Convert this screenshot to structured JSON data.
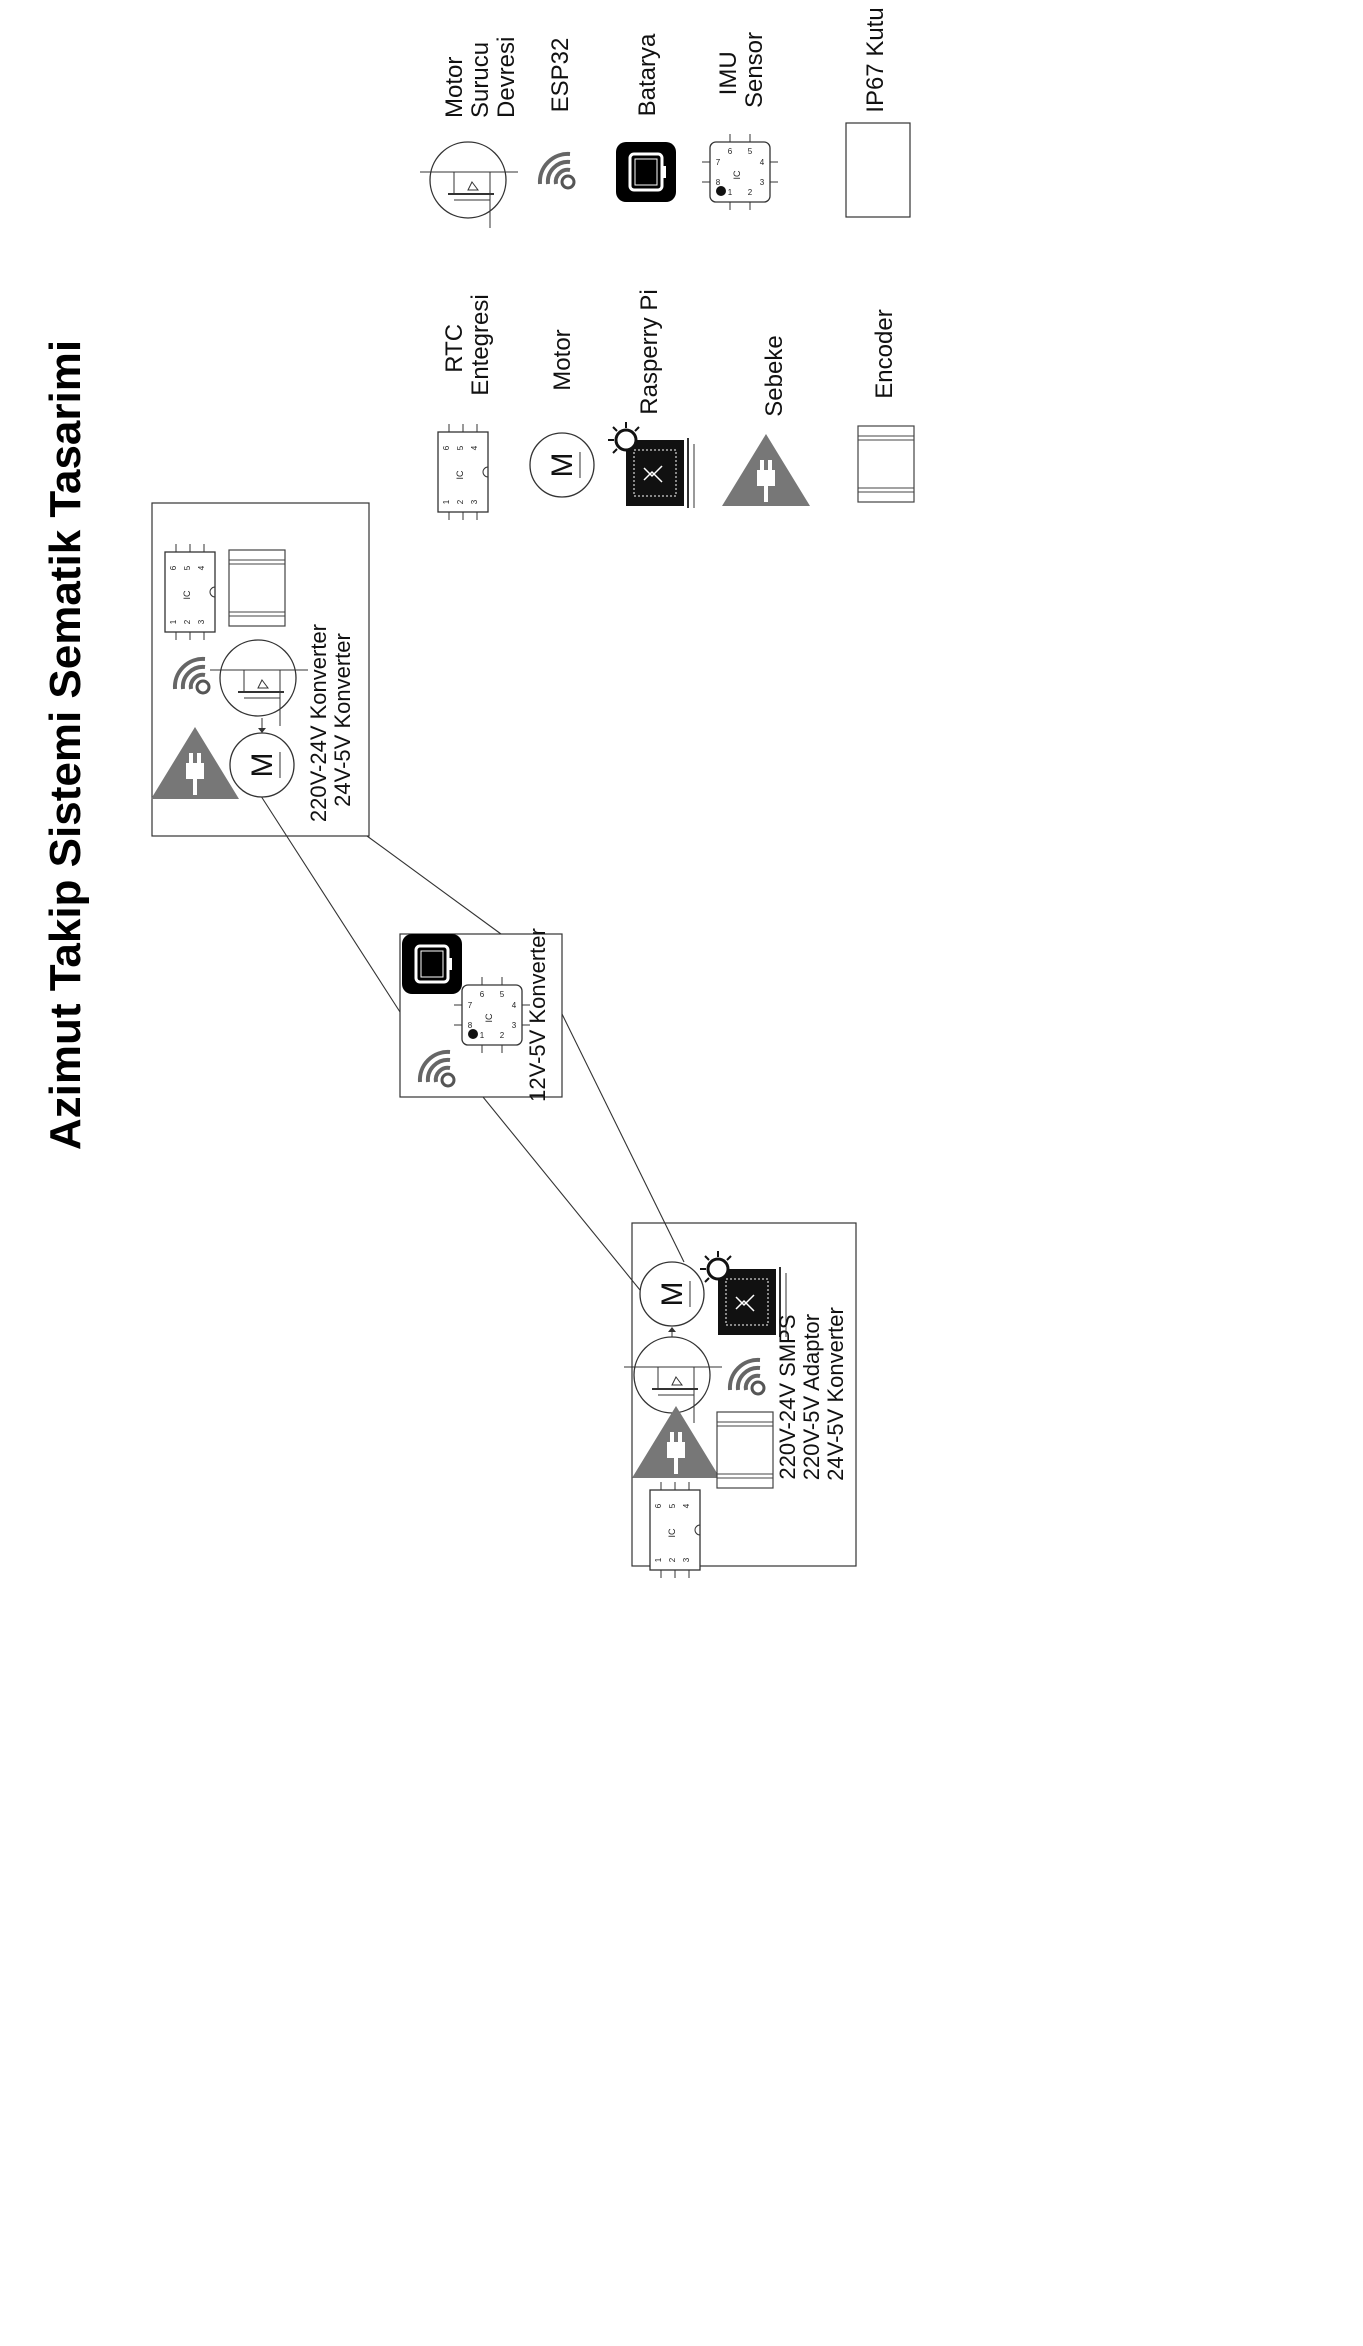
{
  "title": "Azimut Takip Sistemi Sematik Tasarimi",
  "legend": {
    "motor_driver": "Motor Surucu Devresi",
    "esp32": "ESP32",
    "battery": "Batarya",
    "imu": "IMU Sensor",
    "enclosure": "IP67 Kutu",
    "rtc": "RTC Entegresi",
    "motor": "Motor",
    "raspberry": "Rasperry Pi",
    "grid": "Sebeke",
    "encoder": "Encoder"
  },
  "units": {
    "top_converters": "220V-24V Konverter\n24V-5V Konverter",
    "mid_converters": "12V-5V Konverter",
    "bottom_converters": "220V-24V SMPS\n220V-5V Adaptor\n24V-5V Konverter"
  },
  "symbols": {
    "motor_letter": "M",
    "ic_label": "IC",
    "ic4_pins": [
      "1",
      "2",
      "3",
      "4",
      "5",
      "6"
    ],
    "ic8_pins": [
      "1",
      "2",
      "3",
      "4",
      "5",
      "6",
      "7",
      "8"
    ]
  }
}
